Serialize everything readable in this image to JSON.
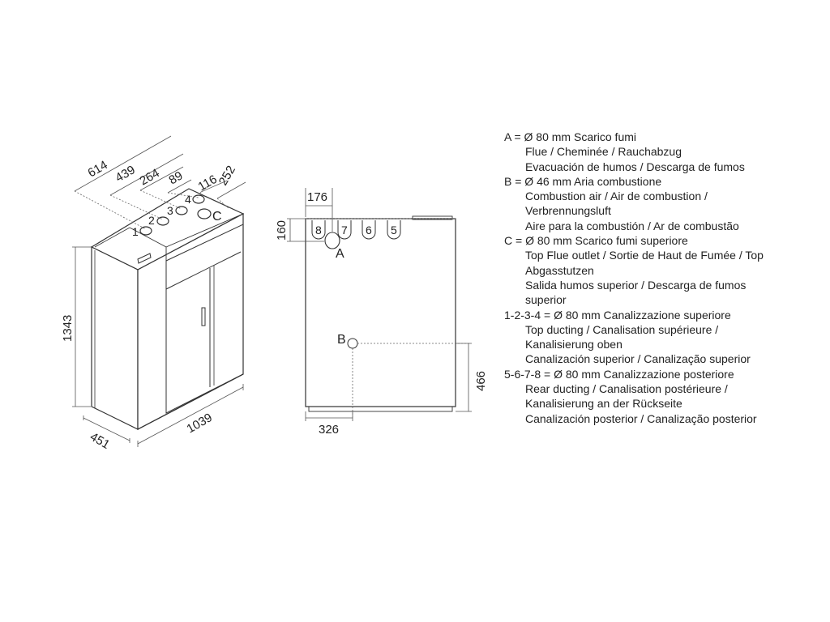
{
  "perspective": {
    "dim_depth_top_1": "614",
    "dim_depth_top_2": "439",
    "dim_depth_top_3": "264",
    "dim_depth_top_4": "89",
    "dim_width_top_1": "116",
    "dim_width_top_2": "252",
    "dim_height": "1343",
    "dim_depth": "451",
    "dim_width": "1039",
    "port_labels": [
      "1",
      "2",
      "3",
      "4",
      "C"
    ]
  },
  "rear": {
    "dim_top_offset": "176",
    "dim_top_height": "160",
    "dim_b_height": "466",
    "dim_b_offset": "326",
    "port_labels": [
      "8",
      "7",
      "6",
      "5"
    ],
    "label_a": "A",
    "label_b": "B"
  },
  "legend": [
    {
      "text": "A = Ø 80 mm  Scarico fumi",
      "indent": false
    },
    {
      "text": "Flue / Cheminée / Rauchabzug",
      "indent": true
    },
    {
      "text": "Evacuación de humos / Descarga de fumos",
      "indent": true
    },
    {
      "text": "B = Ø 46 mm  Aria combustione",
      "indent": false
    },
    {
      "text": "Combustion air / Air de combustion /",
      "indent": true
    },
    {
      "text": "Verbrennungsluft",
      "indent": true
    },
    {
      "text": "Aire para la combustión / Ar de combustão",
      "indent": true
    },
    {
      "text": "C = Ø 80 mm  Scarico fumi superiore",
      "indent": false
    },
    {
      "text": "Top Flue outlet / Sortie de Haut de Fumée / Top",
      "indent": true
    },
    {
      "text": "Abgasstutzen",
      "indent": true
    },
    {
      "text": "Salida humos superior / Descarga de fumos",
      "indent": true
    },
    {
      "text": "superior",
      "indent": true
    },
    {
      "text": "1-2-3-4 = Ø 80 mm  Canalizzazione superiore",
      "indent": false
    },
    {
      "text": "Top ducting / Canalisation supérieure /",
      "indent": true
    },
    {
      "text": "Kanalisierung oben",
      "indent": true
    },
    {
      "text": "Canalización superior / Canalização superior",
      "indent": true
    },
    {
      "text": "5-6-7-8 = Ø 80 mm  Canalizzazione posteriore",
      "indent": false
    },
    {
      "text": "Rear ducting / Canalisation postérieure /",
      "indent": true
    },
    {
      "text": "Kanalisierung an der Rückseite",
      "indent": true
    },
    {
      "text": "Canalización posterior / Canalização posterior",
      "indent": true
    }
  ]
}
